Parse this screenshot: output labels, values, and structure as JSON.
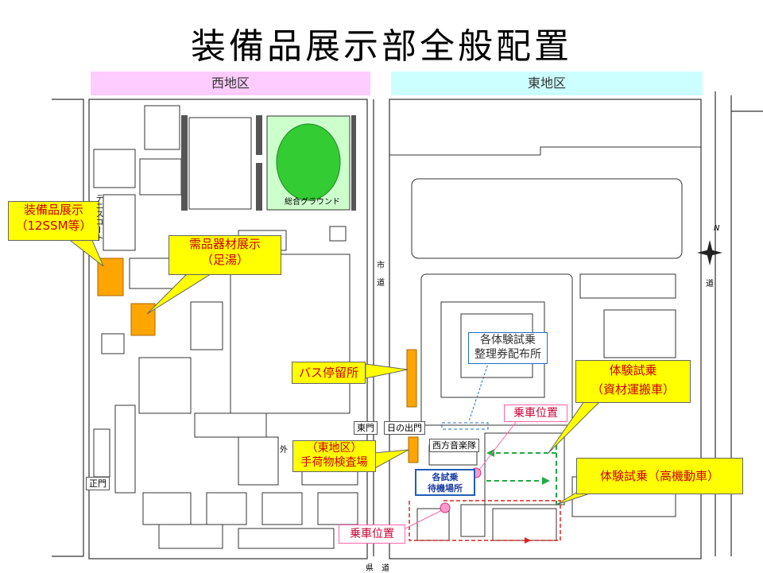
{
  "title": "装備品展示部全般配置",
  "districts": {
    "west": "西地区",
    "east": "東地区"
  },
  "callouts": {
    "equipment_line1": "装備品展示",
    "equipment_line2": "（12SSM等）",
    "supplies_line1": "需品器材展示",
    "supplies_line2": "（足湯）",
    "bus_stop": "バス停留所",
    "baggage_line1": "（東地区）",
    "baggage_line2": "手荷物検査場",
    "ride_cargo_line1": "体験試乗",
    "ride_cargo_line2": "（資材運搬車）",
    "ride_mobility": "体験試乗（高機動車）"
  },
  "ticket_line1": "各体験試乗",
  "ticket_line2": "整理券配布所",
  "boarding_upper": "乗車位置",
  "boarding_lower": "乗車位置",
  "gates": {
    "east_gate": "東門",
    "hinode_gate": "日の出門",
    "main_gate": "正門",
    "west_music": "西方音楽隊"
  },
  "waiting_line1": "各試乗",
  "waiting_line2": "待機場所",
  "map_labels": {
    "ground": "総合グラウンド",
    "tennis": "テニスコート",
    "city_road_1": "市",
    "city_road_2": "道",
    "pref_road": "県　道",
    "right_road": "道",
    "north": "N",
    "outside": "外"
  },
  "colors": {
    "district_west": "#ffccff",
    "district_east": "#ccffff",
    "orange": "#ffa500",
    "callout": "#ffff00",
    "field": "#33cc33",
    "field_bg": "#ccffcc"
  }
}
